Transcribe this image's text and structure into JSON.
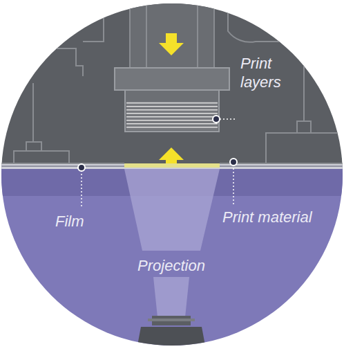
{
  "diagram": {
    "labels": [
      "Print layers",
      "Film",
      "Print material",
      "Projection"
    ]
  }
}
